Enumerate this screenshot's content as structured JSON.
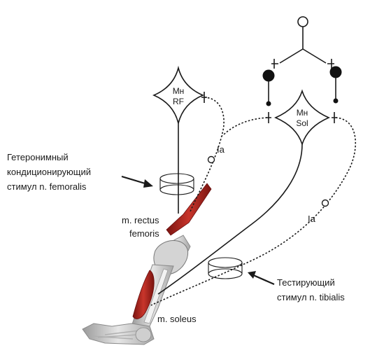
{
  "neurons": {
    "mn_rf": {
      "line1": "Мн",
      "line2": "RF"
    },
    "mn_sol": {
      "line1": "Мн",
      "line2": "Sol"
    }
  },
  "afferents": {
    "ia_femoral": "Ia",
    "ia_tibial": "Ia"
  },
  "stimuli": {
    "femoral": {
      "line1": "Гетеронимный",
      "line2": "кондиционирующий",
      "line3": "стимул n. femoralis"
    },
    "tibial": {
      "line1": "Тестирующий",
      "line2": "стимул n. tibialis"
    }
  },
  "muscles": {
    "rectus_femoris": {
      "line1": "m. rectus",
      "line2": "femoris"
    },
    "soleus": "m. soleus"
  },
  "colors": {
    "muscle": "#b3261e",
    "muscle_light": "#e07a70",
    "nerve": "#1a1a1a",
    "bone": "#c8c8c8",
    "leg_skin": "#d9d9d9"
  }
}
